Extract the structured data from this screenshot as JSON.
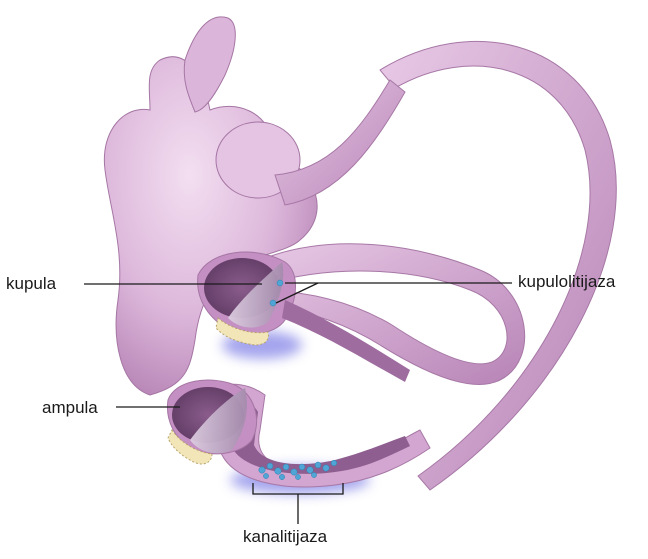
{
  "labels": {
    "cupula": "kupula",
    "cupulolithiasis": "kupulolitijaza",
    "ampulla": "ampula",
    "canalithiasis": "kanalitijaza"
  },
  "colors": {
    "membrane_light": "#e9cde6",
    "membrane_mid": "#c99ac7",
    "membrane_dark": "#8e5a8e",
    "cupula": "#b49ab8",
    "crista": "#f2e6b8",
    "crystals": "#4fa6d6",
    "shadow": "#6a6ad8",
    "lines": "#1a1a1a"
  }
}
